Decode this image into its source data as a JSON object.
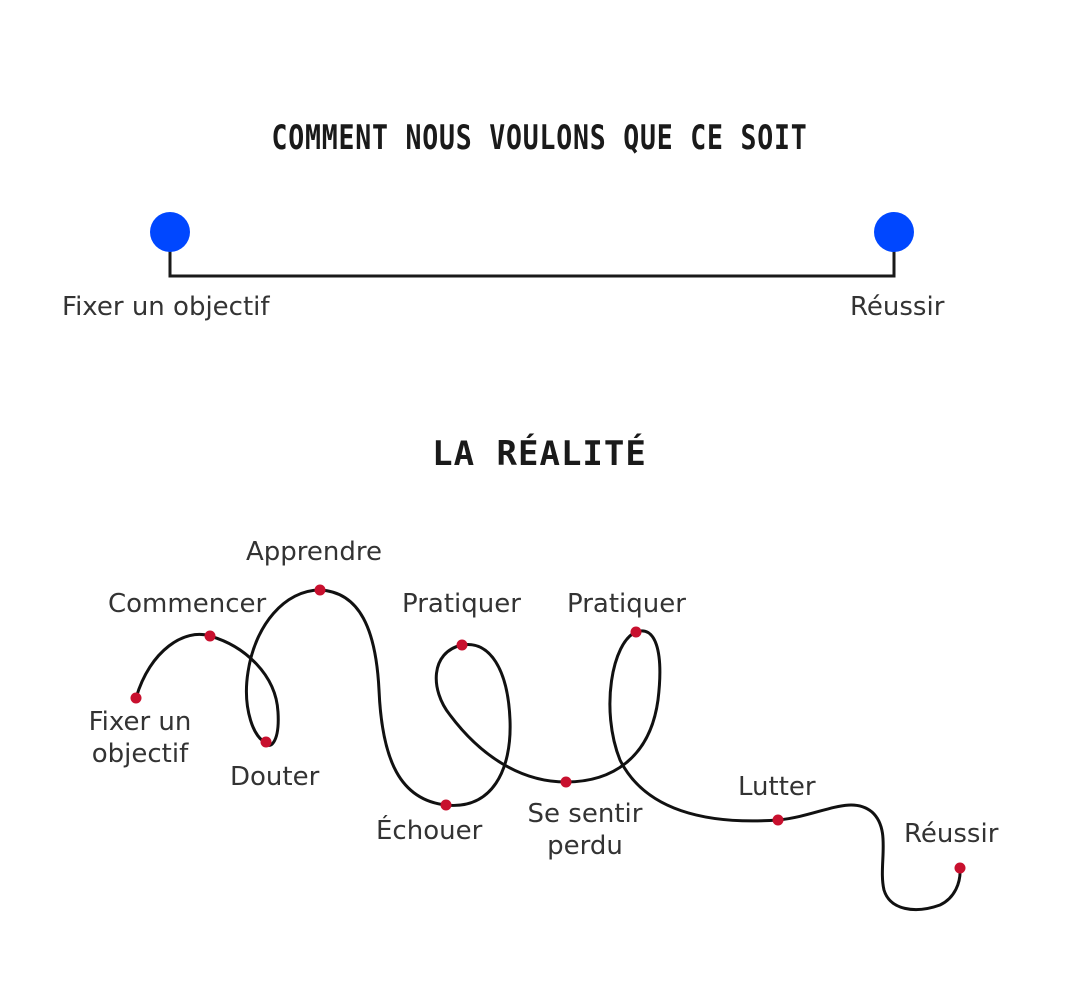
{
  "ideal": {
    "title": "COMMENT NOUS VOULONS QUE CE SOIT",
    "start_label": "Fixer un objectif",
    "end_label": "Réussir",
    "node_color": "#0047ff",
    "line_color": "#1a1a1a"
  },
  "reality": {
    "title": "LA RÉALITÉ",
    "node_color": "#c8102e",
    "steps": [
      {
        "line1": "Fixer un",
        "line2": "objectif"
      },
      {
        "line1": "Commencer",
        "line2": ""
      },
      {
        "line1": "Apprendre",
        "line2": ""
      },
      {
        "line1": "Douter",
        "line2": ""
      },
      {
        "line1": "Échouer",
        "line2": ""
      },
      {
        "line1": "Pratiquer",
        "line2": ""
      },
      {
        "line1": "Se sentir",
        "line2": "perdu"
      },
      {
        "line1": "Pratiquer",
        "line2": ""
      },
      {
        "line1": "Lutter",
        "line2": ""
      },
      {
        "line1": "Réussir",
        "line2": ""
      }
    ]
  }
}
